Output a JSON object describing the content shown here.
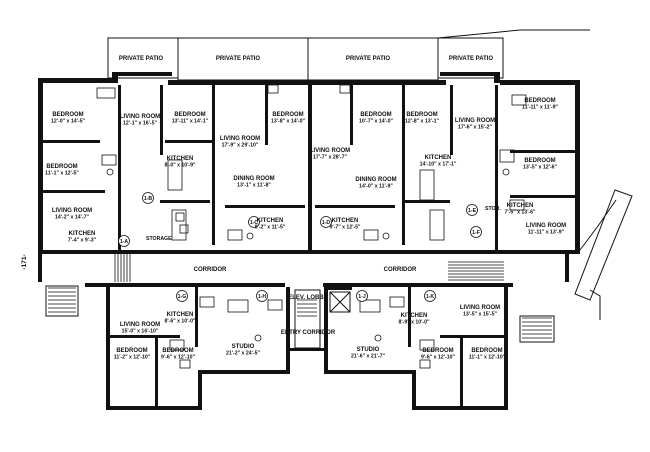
{
  "page_number": "-171-",
  "patios": [
    "PRIVATE PATIO",
    "PRIVATE PATIO",
    "PRIVATE PATIO",
    "PRIVATE PATIO"
  ],
  "corridors": [
    "CORRIDOR",
    "CORRIDOR"
  ],
  "core": {
    "elevator_lobby": "ELEV. LOBBY",
    "entry_corridor": "ENTRY CORRIDOR"
  },
  "rooms": [
    {
      "name": "BEDROOM",
      "dims": "12'-0\" x 14'-5\""
    },
    {
      "name": "LIVING ROOM",
      "dims": "12'-1\" x 16'-5\""
    },
    {
      "name": "BEDROOM",
      "dims": "13'-11\" x 14'-1\""
    },
    {
      "name": "BEDROOM",
      "dims": "11'-1\" x 12'-5\""
    },
    {
      "name": "KITCHEN",
      "dims": "8'-0\" x 10'-9\""
    },
    {
      "name": "LIVING ROOM",
      "dims": "14'-2\" x 14'-7\""
    },
    {
      "name": "KITCHEN",
      "dims": "7'-4\" x 9'-3\""
    },
    {
      "name": "LIVING ROOM",
      "dims": "17'-9\" x 29'-10\""
    },
    {
      "name": "BEDROOM",
      "dims": "13'-8\" x 14'-0\""
    },
    {
      "name": "DINING ROOM",
      "dims": "13'-1\" x 11'-8\""
    },
    {
      "name": "KITCHEN",
      "dims": "9'-2\" x 11'-5\""
    },
    {
      "name": "LIVING ROOM",
      "dims": "17'-7\" x 28'-7\""
    },
    {
      "name": "BEDROOM",
      "dims": "10'-7\" x 14'-0\""
    },
    {
      "name": "DINING ROOM",
      "dims": "14'-0\" x 11'-9\""
    },
    {
      "name": "KITCHEN",
      "dims": "9'-7\" x 12'-5\""
    },
    {
      "name": "BEDROOM",
      "dims": "12'-8\" x 13'-1\""
    },
    {
      "name": "KITCHEN",
      "dims": "14'-10\" x 17'-1\""
    },
    {
      "name": "LIVING ROOM",
      "dims": "17'-6\" x 15'-2\""
    },
    {
      "name": "BEDROOM",
      "dims": "11'-11\" x 11'-9\""
    },
    {
      "name": "BEDROOM",
      "dims": "13'-5\" x 12'-6\""
    },
    {
      "name": "KITCHEN",
      "dims": "7'-5\" x 13'-6\""
    },
    {
      "name": "LIVING ROOM",
      "dims": "11'-11\" x 13'-9\""
    },
    {
      "name": "LIVING ROOM",
      "dims": "15'-0\" x 16'-10\""
    },
    {
      "name": "KITCHEN",
      "dims": "8'-6\" x 10'-0\""
    },
    {
      "name": "BEDROOM",
      "dims": "11'-2\" x 12'-10\""
    },
    {
      "name": "BEDROOM",
      "dims": "9'-6\" x 12'-10\""
    },
    {
      "name": "STUDIO",
      "dims": "21'-2\" x 24'-5\""
    },
    {
      "name": "STUDIO",
      "dims": "21'-6\" x 21'-7\""
    },
    {
      "name": "KITCHEN",
      "dims": "8'-9\" x 10'-0\""
    },
    {
      "name": "LIVING ROOM",
      "dims": "13'-5\" x 15'-5\""
    },
    {
      "name": "BEDROOM",
      "dims": "9'-6\" x 12'-10\""
    },
    {
      "name": "BEDROOM",
      "dims": "11'-1\" x 12'-10\""
    }
  ],
  "misc_labels": [
    "STORAGE",
    "STOR."
  ],
  "unit_tags": [
    "1-A",
    "1-B",
    "1-C",
    "1-D",
    "1-E",
    "1-F",
    "1-G",
    "1-H",
    "1-J",
    "1-K"
  ]
}
